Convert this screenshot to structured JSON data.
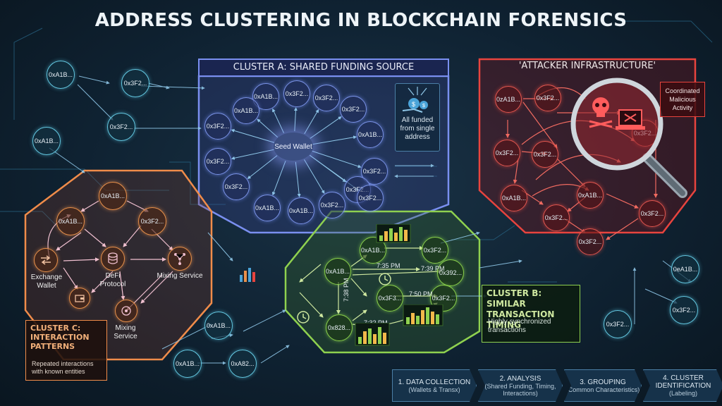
{
  "title": "ADDRESS CLUSTERING IN BLOCKCHAIN FORENSICS",
  "cluster_a": {
    "header": "CLUSTER A: SHARED FUNDING SOURCE",
    "seed": "Seed Wallet",
    "funded_note": "All funded from single address",
    "nodes": [
      "0xA1B...",
      "0x3F2...",
      "0x3F2...",
      "0x3F2...",
      "0xA1B...",
      "0x3F2...",
      "0xA1B...",
      "0x3F2...",
      "0x3F2...",
      "0x3F2...",
      "0x3F2...",
      "0xA1B...",
      "0xA1B...",
      "0x3F2...",
      "0x3F2...",
      "0x3F2...",
      "0x3F2..."
    ]
  },
  "attacker": {
    "header": "'ATTACKER INFRASTRUCTURE'",
    "callout": "Coordinated Malicious Activity",
    "nodes": [
      "0zA1B...",
      "0x3F2...",
      "0x3F2...",
      "0x3F2...",
      "0x3F2...",
      "0xA1B...",
      "0xA1B...",
      "0x3F2...",
      "0x3F2...",
      "0x3F2..."
    ]
  },
  "cluster_b": {
    "title_line1": "CLUSTER B: SIMILAR",
    "title_line2": "TRANSACTION TIMING",
    "desc": "Highly synchronized transactions",
    "nodes": [
      "0xA1B...",
      "0x3F2...",
      "0xA1B...",
      "0x392...",
      "0x3F3...",
      "0x3F2...",
      "0x828..."
    ],
    "times": [
      "7:35 PM",
      "7:39 PM",
      "7:50 PM",
      "7:32 PM",
      "7:38 PM"
    ]
  },
  "cluster_c": {
    "title_line1": "CLUSTER C:",
    "title_line2": "INTERACTION",
    "title_line3": "PATTERNS",
    "desc": "Repeated interactions with known entities",
    "nodes": [
      "0xA1B...",
      "0xA1B...",
      "0x3F2..."
    ],
    "entities": {
      "exchange": "Exchange Wallet",
      "defi": "DeFi Protocol",
      "mixing1": "Mixing Service",
      "mixing2": "Mixing Service"
    }
  },
  "outer_nodes": {
    "left": [
      "0xA1B...",
      "0x3F2...",
      "0xA1B...",
      "0x3F2..."
    ],
    "bottom": [
      "0xA1B...",
      "0xA1B...",
      "0xA82..."
    ],
    "right": [
      "0eA1B...",
      "0x3F2...",
      "0x3F2..."
    ]
  },
  "steps": [
    {
      "heading": "1. DATA COLLECTION",
      "sub": "(Wallets & Transx)"
    },
    {
      "heading": "2. ANALYSIS",
      "sub": "(Shared Funding, Timing, Interactions)"
    },
    {
      "heading": "3. GROUPING",
      "sub": "(Common Characteristics)"
    },
    {
      "heading": "4. CLUSTER IDENTIFICATION",
      "sub": "(Labeling)"
    }
  ],
  "colors": {
    "cluster_a": "#7a8ff0",
    "attacker": "#e8443e",
    "cluster_b": "#8fd14f",
    "cluster_c": "#f08c4a",
    "background": "#0f2232"
  },
  "icons": [
    "money-bag-icon",
    "skull-crossbones-icon",
    "magnifying-glass-icon",
    "laptop-icon",
    "exchange-arrows-icon",
    "database-icon",
    "network-icon",
    "clock-icon",
    "bar-chart-icon"
  ]
}
